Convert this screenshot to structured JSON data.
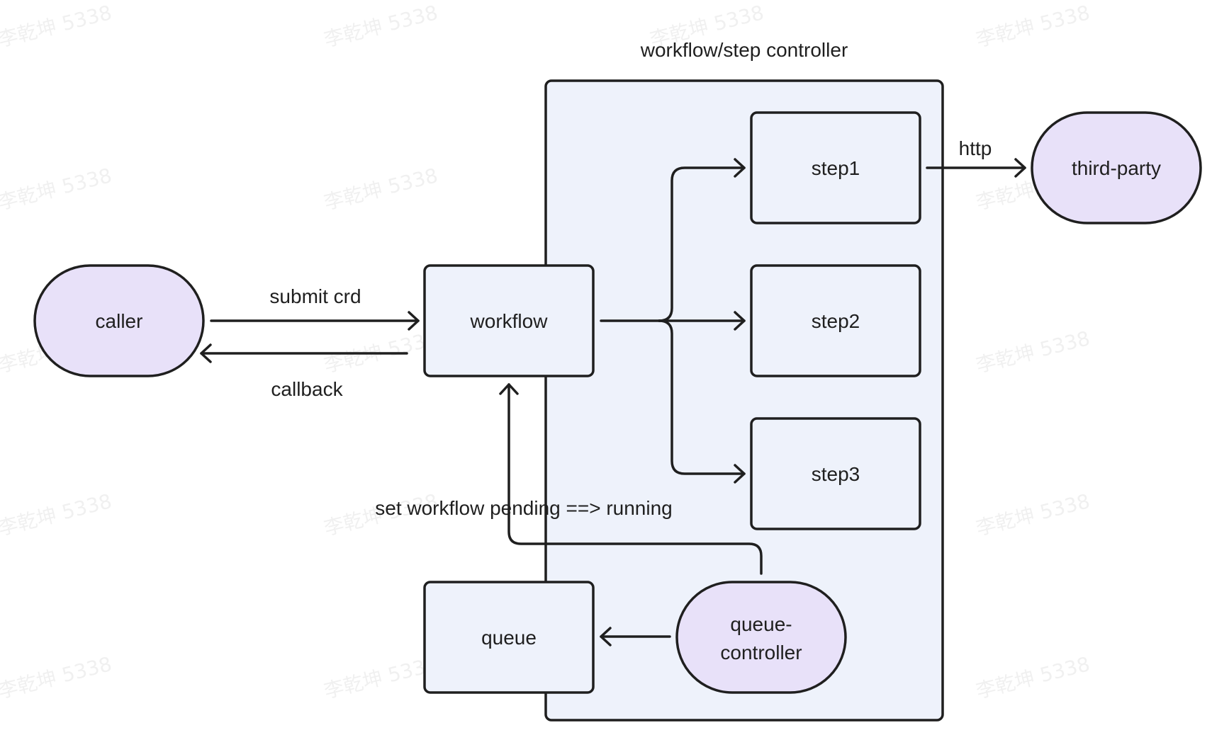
{
  "watermark": "李乾坤 5338",
  "colors": {
    "container_fill": "#eef2fb",
    "rect_fill": "#eef2fb",
    "pill_fill": "#e8e1f9",
    "stroke": "#1f1f1f"
  },
  "container": {
    "label": "workflow/step controller"
  },
  "nodes": {
    "caller": "caller",
    "workflow": "workflow",
    "step1": "step1",
    "step2": "step2",
    "step3": "step3",
    "third_party": "third-party",
    "queue": "queue",
    "queue_controller_line1": "queue-",
    "queue_controller_line2": "controller"
  },
  "edges": {
    "submit": "submit crd",
    "callback": "callback",
    "http": "http",
    "pending": "set workflow pending ==> running"
  }
}
